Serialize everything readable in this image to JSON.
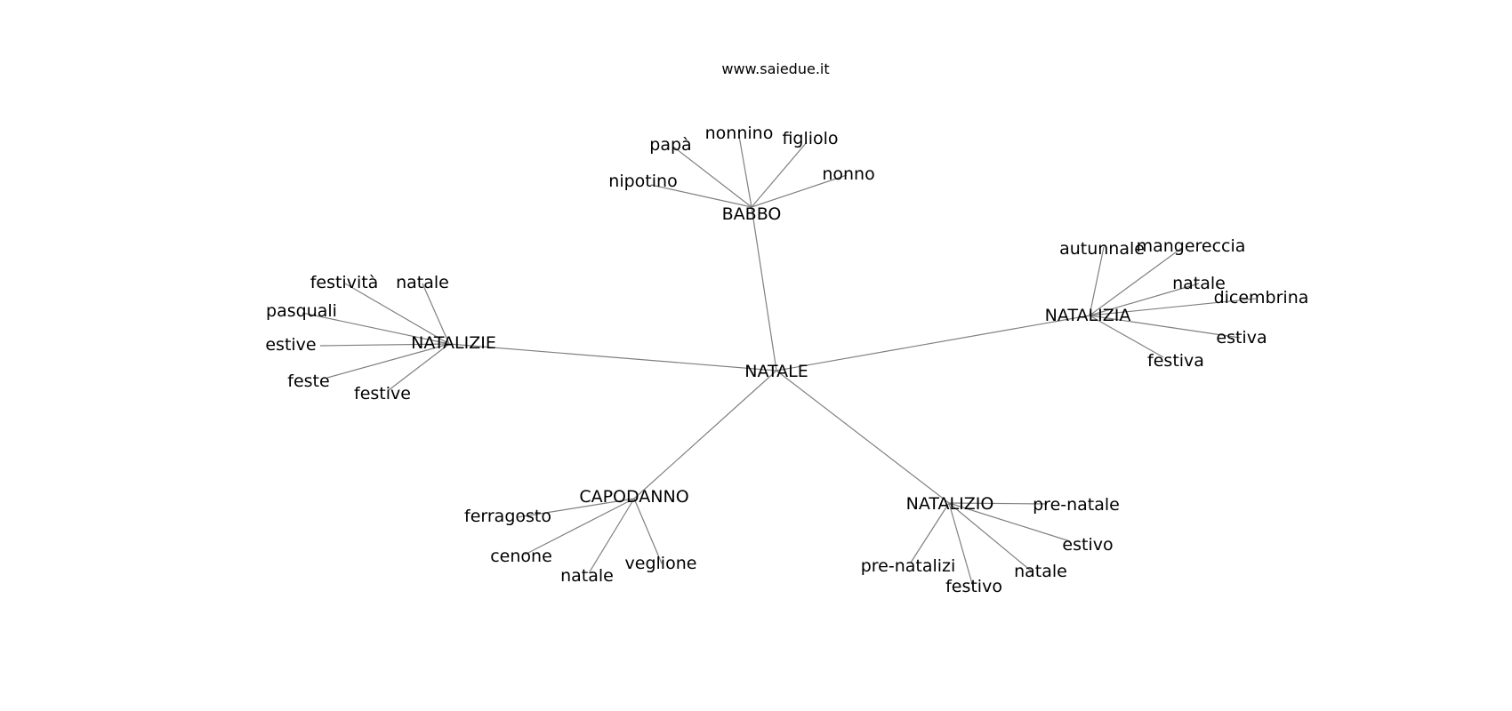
{
  "title": "www.saiedue.it",
  "colors": {
    "edge": "#808080",
    "text": "#000000",
    "background": "#ffffff"
  },
  "graph": {
    "center": "NATALE",
    "clusters": [
      {
        "hub": "BABBO",
        "leaves": [
          "papà",
          "nonnino",
          "figliolo",
          "nonno",
          "nipotino"
        ]
      },
      {
        "hub": "NATALIZIE",
        "leaves": [
          "festività",
          "natale",
          "pasquali",
          "estive",
          "feste",
          "festive"
        ]
      },
      {
        "hub": "NATALIZIA",
        "leaves": [
          "autunnale",
          "mangereccia",
          "natale",
          "dicembrina",
          "estiva",
          "festiva"
        ]
      },
      {
        "hub": "CAPODANNO",
        "leaves": [
          "ferragosto",
          "cenone",
          "natale",
          "veglione"
        ]
      },
      {
        "hub": "NATALIZIO",
        "leaves": [
          "pre-natale",
          "estivo",
          "pre-natalizi",
          "festivo",
          "natale"
        ]
      }
    ]
  }
}
